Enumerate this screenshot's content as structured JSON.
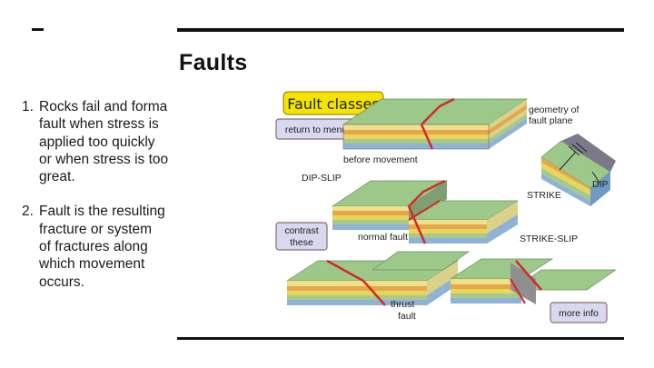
{
  "slide": {
    "title": "Faults",
    "points": [
      {
        "number": "1.",
        "lines": [
          "Rocks fail and forma",
          "fault when stress is",
          "applied too quickly",
          "or when stress is too",
          "great."
        ]
      },
      {
        "number": "2.",
        "lines": [
          "Fault is the resulting",
          "fracture or system",
          "of fractures along",
          "which movement",
          "occurs."
        ]
      }
    ]
  },
  "figure": {
    "header": "Fault classes",
    "buttons": {
      "return": "return to menu",
      "contrast": [
        "contrast",
        "these"
      ],
      "more": "more info"
    },
    "labels": {
      "before": "before movement",
      "geometry": [
        "geometry of",
        "fault plane"
      ],
      "dip_slip": "DIP-SLIP",
      "normal": "normal fault",
      "strike_slip": "STRIKE-SLIP",
      "thrust": [
        "thrust",
        "fault"
      ],
      "strike": "STRIKE",
      "dip": "DIP"
    },
    "colors": {
      "header_bg": "#f5e400",
      "button_fill": "#d8d8ee",
      "button_stroke": "#8a6a7a",
      "top_green": "#9cc98a",
      "fault_red": "#d42a2a"
    }
  }
}
